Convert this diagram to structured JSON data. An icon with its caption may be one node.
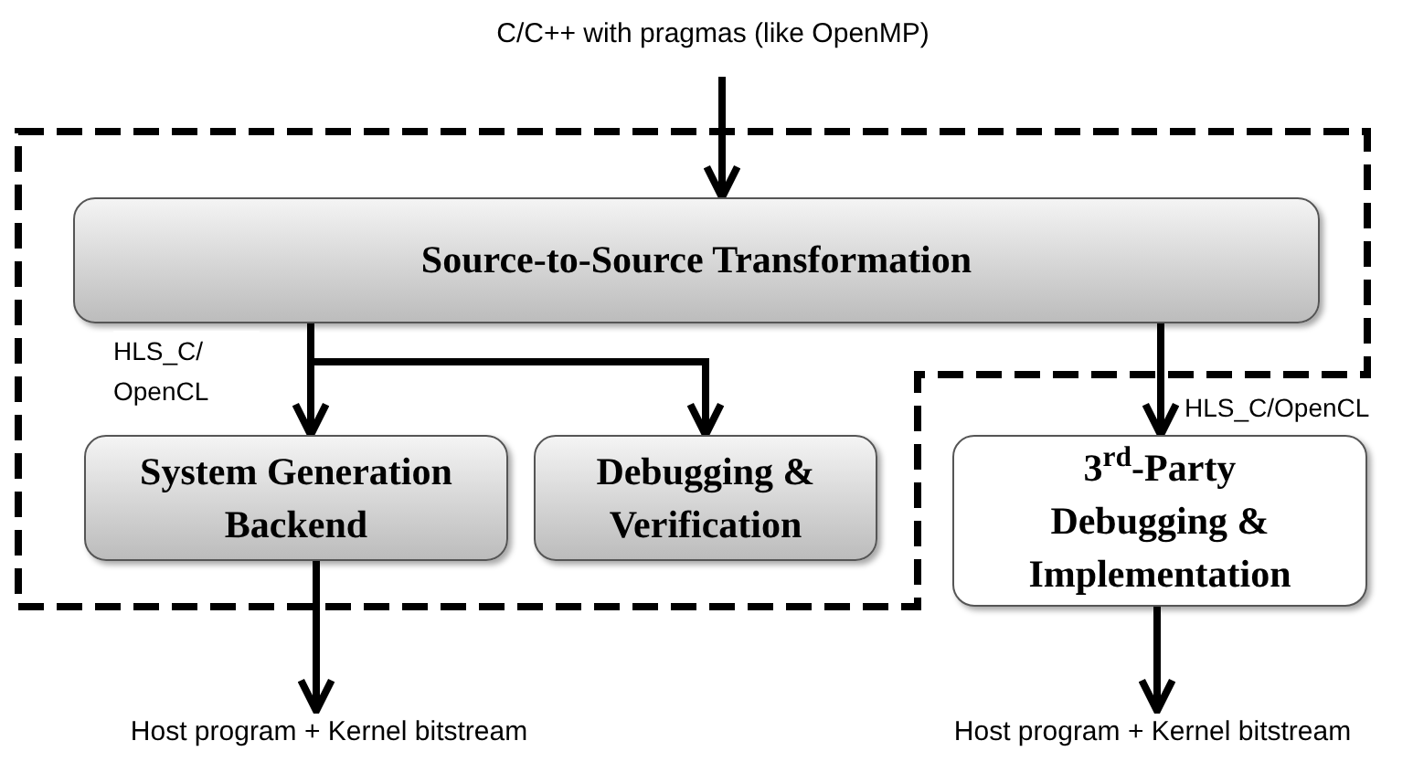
{
  "diagram": {
    "nodes": [
      {
        "text": [
          "C/C++ with pragmas (like OpenMP)"
        ]
      },
      {
        "text": [
          "Source-to-Source Transformation"
        ]
      },
      {
        "text": [
          "System Generation Backend"
        ]
      },
      {
        "text": [
          "Debugging & Verification"
        ]
      },
      {
        "text": [
          "3$^{rd}$-Party Debugging & Implementation"
        ]
      },
      {
        "text": [
          "Host program + Kernel bitstream"
        ]
      },
      {
        "text": [
          "Host program + Kernel bitstream"
        ]
      }
    ],
    "edges": [
      {
        "from": 0,
        "to": 1,
        "arrow": "to"
      },
      {
        "from": 1,
        "to": 2,
        "arrow": "to",
        "label": "HLS_C/ OpenCL"
      },
      {
        "from": 1,
        "to": 3,
        "arrow": "to"
      },
      {
        "from": 1,
        "to": 4,
        "arrow": "to",
        "label": "HLS_C/OpenCL"
      },
      {
        "from": 2,
        "to": 5,
        "arrow": "to"
      },
      {
        "from": 4,
        "to": 6,
        "arrow": "to"
      }
    ]
  }
}
